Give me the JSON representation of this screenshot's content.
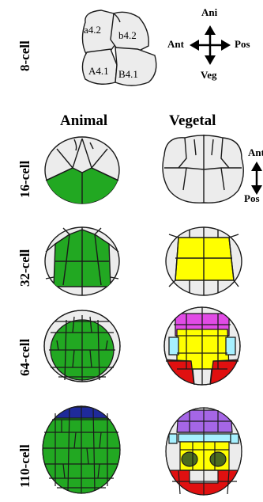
{
  "stages": [
    "8-cell",
    "16-cell",
    "32-cell",
    "64-cell",
    "110-cell"
  ],
  "columns": {
    "animal": "Animal",
    "vegetal": "Vegetal"
  },
  "axes": {
    "top": {
      "up": "Ani",
      "left": "Ant",
      "right": "Pos",
      "down": "Veg"
    },
    "side": {
      "up": "Ant",
      "down": "Pos"
    }
  },
  "blastomeres": [
    "a4.2",
    "b4.2",
    "A4.1",
    "B4.1"
  ],
  "colors": {
    "outline": "#1a1a1a",
    "cell": "#ececec",
    "green": "#22a822",
    "yellow": "#ffff00",
    "magenta": "#e14be6",
    "violet": "#a566e6",
    "cyan": "#a6f0ff",
    "red": "#e01010",
    "olive": "#4b6b1e",
    "navy": "#1f2a9a"
  }
}
